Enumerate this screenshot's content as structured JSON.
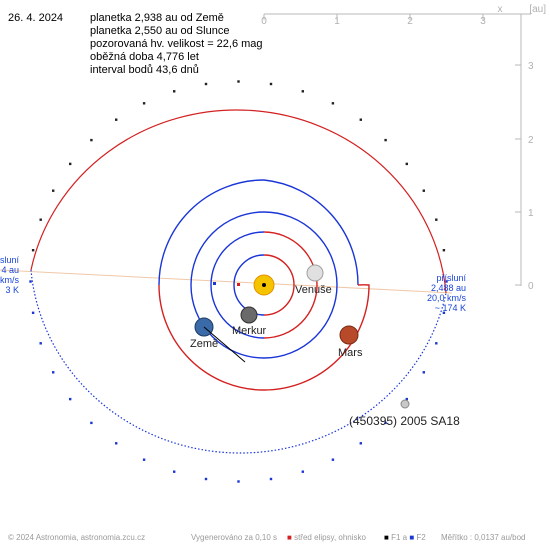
{
  "date": "26. 4. 2024",
  "info": {
    "dist_earth": "planetka 2,938 au od Země",
    "dist_sun": "planetka 2,550 au od Slunce",
    "magnitude": "pozorovaná hv. velikost = 22,6 mag",
    "period": "oběžná doba 4,776 let",
    "interval": "interval bodů 43,6 dnů"
  },
  "axis": {
    "x_label": "x",
    "unit": "[au]",
    "x_ticks": [
      "0",
      "1",
      "2",
      "3"
    ],
    "y_ticks": [
      "3",
      "2",
      "1",
      "0"
    ]
  },
  "bodies": {
    "venus": "Venuše",
    "mercury": "Merkur",
    "earth": "Země",
    "mars": "Mars",
    "asteroid": "(450395) 2005 SA18"
  },
  "perihelion_right": [
    "přísluní",
    "2,488 au",
    "20,0 km/s",
    "~ 174 K"
  ],
  "perihelion_left": [
    "přísluní",
    "4 au",
    "km/s",
    "3 K"
  ],
  "footer": {
    "copyright": "© 2024 Astronomia, astronomia.zcu.cz",
    "generated": "Vygenerováno za 0,10 s",
    "center": "střed elipsy, ohnisko",
    "f1": "F1 a",
    "f2": "F2",
    "scale": "Měřítko : 0,0137 au/bod"
  },
  "colors": {
    "orbit_blue": "#1a35d8",
    "orbit_red": "#d42020",
    "axis_gray": "#b8b8b8",
    "apsis_line": "#f0c8a8",
    "sun": "#f5c400",
    "mars": "#b84a2a",
    "venus": "#e0e0e0"
  }
}
